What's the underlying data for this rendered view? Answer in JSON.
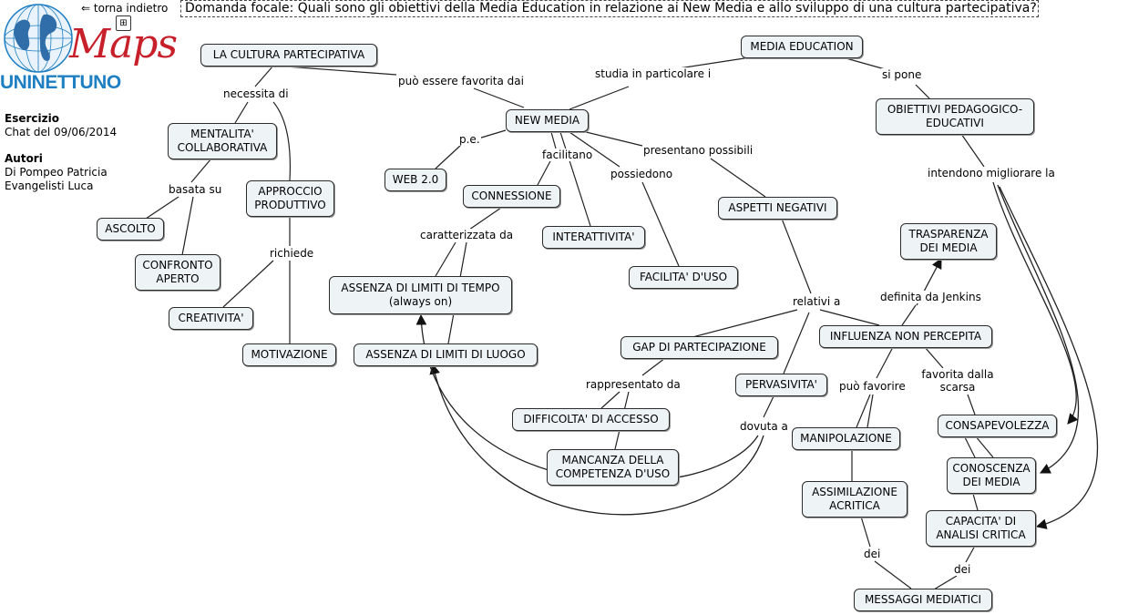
{
  "header": {
    "back_link": "⇐ torna indietro",
    "map_icon": "map-icon",
    "focus_question": "Domanda focale: Quali sono gli obiettivi della Media Education in relazione ai New Media e allo sviluppo di una cultura partecipativa?"
  },
  "logo": {
    "brand_maps": "Maps",
    "brand_uninettuno": "UNINETTUNO",
    "colors": {
      "maps": "#c8202b",
      "uninettuno": "#1e7fc2",
      "globe": "#1e7fc2"
    }
  },
  "sidebar": {
    "exercise_title": "Esercizio",
    "exercise_value": "Chat del 09/06/2014",
    "authors_title": "Autori",
    "author_1": "Di Pompeo Patricia",
    "author_2": "Evangelisti Luca"
  },
  "concepts": {
    "cultura_partecipativa": "LA CULTURA PARTECIPATIVA",
    "media_education": "MEDIA EDUCATION",
    "new_media": "NEW MEDIA",
    "obiettivi": "OBIETTIVI PEDAGOGICO-EDUCATIVI",
    "mentalita": "MENTALITA' COLLABORATIVA",
    "approccio": "APPROCCIO PRODUTTIVO",
    "ascolto": "ASCOLTO",
    "confronto": "CONFRONTO APERTO",
    "creativita": "CREATIVITA'",
    "motivazione": "MOTIVAZIONE",
    "web20": "WEB 2.0",
    "connessione": "CONNESSIONE",
    "interattivita": "INTERATTIVITA'",
    "facilita": "FACILITA' D'USO",
    "aspetti_negativi": "ASPETTI NEGATIVI",
    "trasparenza": "TRASPARENZA DEI MEDIA",
    "limiti_tempo": "ASSENZA DI LIMITI DI TEMPO (always on)",
    "limiti_luogo": "ASSENZA DI LIMITI DI LUOGO",
    "gap": "GAP DI PARTECIPAZIONE",
    "influenza": "INFLUENZA NON PERCEPITA",
    "pervasivita": "PERVASIVITA'",
    "difficolta": "DIFFICOLTA' DI ACCESSO",
    "mancanza": "MANCANZA DELLA COMPETENZA D'USO",
    "manipolazione": "MANIPOLAZIONE",
    "consapevolezza": "CONSAPEVOLEZZA",
    "conoscenza": "CONOSCENZA DEI MEDIA",
    "assimilazione": "ASSIMILAZIONE ACRITICA",
    "capacita": "CAPACITA' DI ANALISI CRITICA",
    "messaggi": "MESSAGGI MEDIATICI"
  },
  "links": {
    "puo_essere_favorita": "può essere favorita dai",
    "studia": "studia in particolare i",
    "si_pone": "si pone",
    "necessita": "necessita di",
    "pe": "p.e.",
    "facilitano": "facilitano",
    "presentano": "presentano possibili",
    "possiedono": "possiedono",
    "intendono": "intendono migliorare la",
    "basata_su": "basata su",
    "caratterizzata": "caratterizzata da",
    "richiede": "richiede",
    "definita": "definita da Jenkins",
    "relativi": "relativi a",
    "puo_favorire": "può favorire",
    "favorita_scarsa": "favorita dalla scarsa",
    "rappresentato": "rappresentato da",
    "dovuta": "dovuta a",
    "dei_1": "dei",
    "dei_2": "dei"
  }
}
